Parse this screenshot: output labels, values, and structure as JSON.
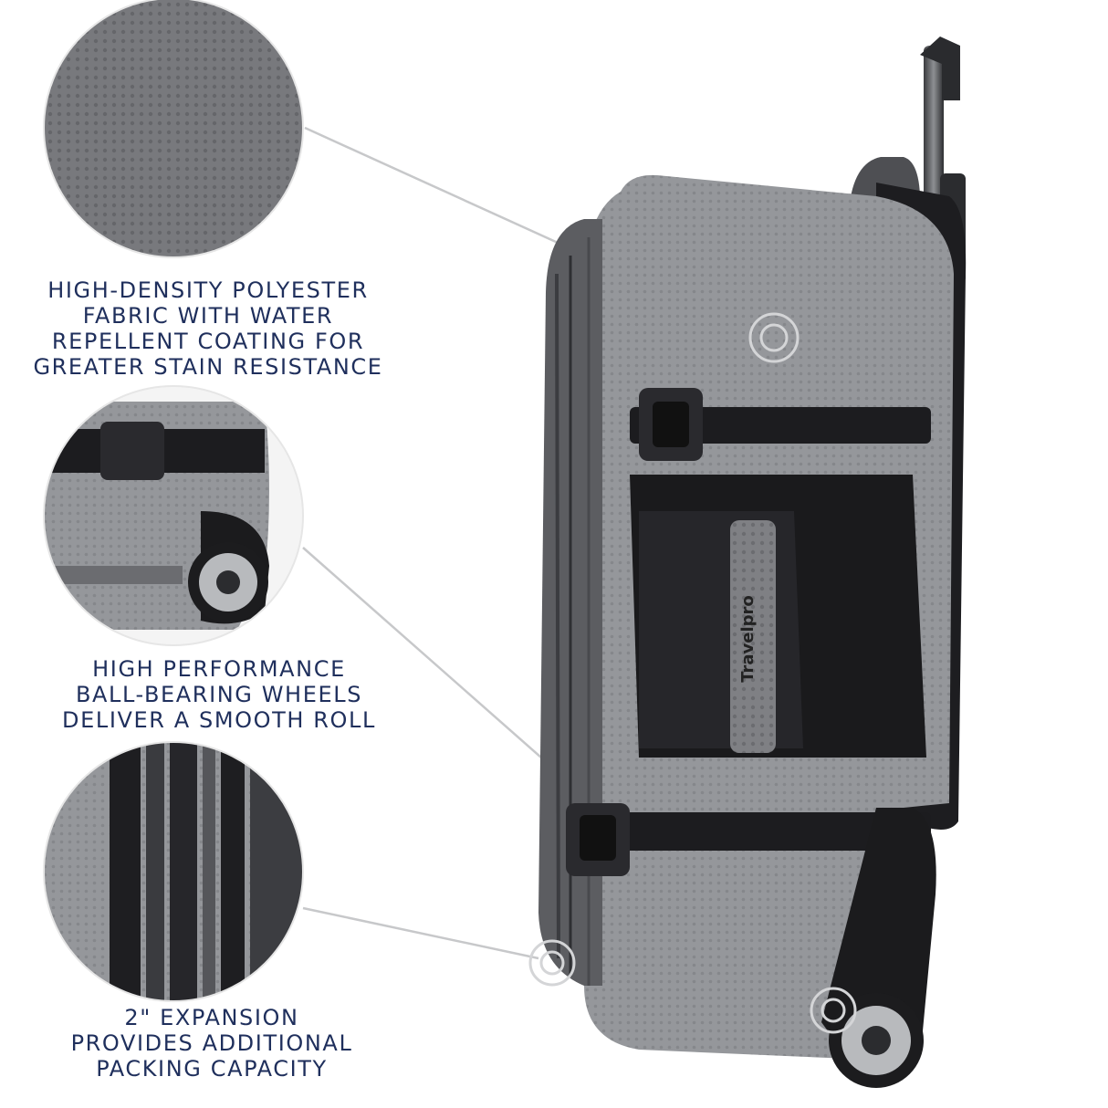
{
  "features": [
    {
      "lines": [
        "HIGH-DENSITY POLYESTER",
        "FABRIC WITH WATER",
        "REPELLENT COATING FOR",
        "GREATER STAIN RESISTANCE"
      ]
    },
    {
      "lines": [
        "HIGH PERFORMANCE",
        "BALL-BEARING WHEELS",
        "DELIVER A SMOOTH ROLL"
      ]
    },
    {
      "lines": [
        "2\" EXPANSION",
        "PROVIDES ADDITIONAL",
        "PACKING CAPACITY"
      ]
    }
  ],
  "product": {
    "brand_label": "Travelpro"
  },
  "colors": {
    "caption_text": "#1f2f5c",
    "fabric_gray": "#8a8c90",
    "black_trim": "#1b1b1d",
    "callout_line": "#c7c8ca"
  }
}
